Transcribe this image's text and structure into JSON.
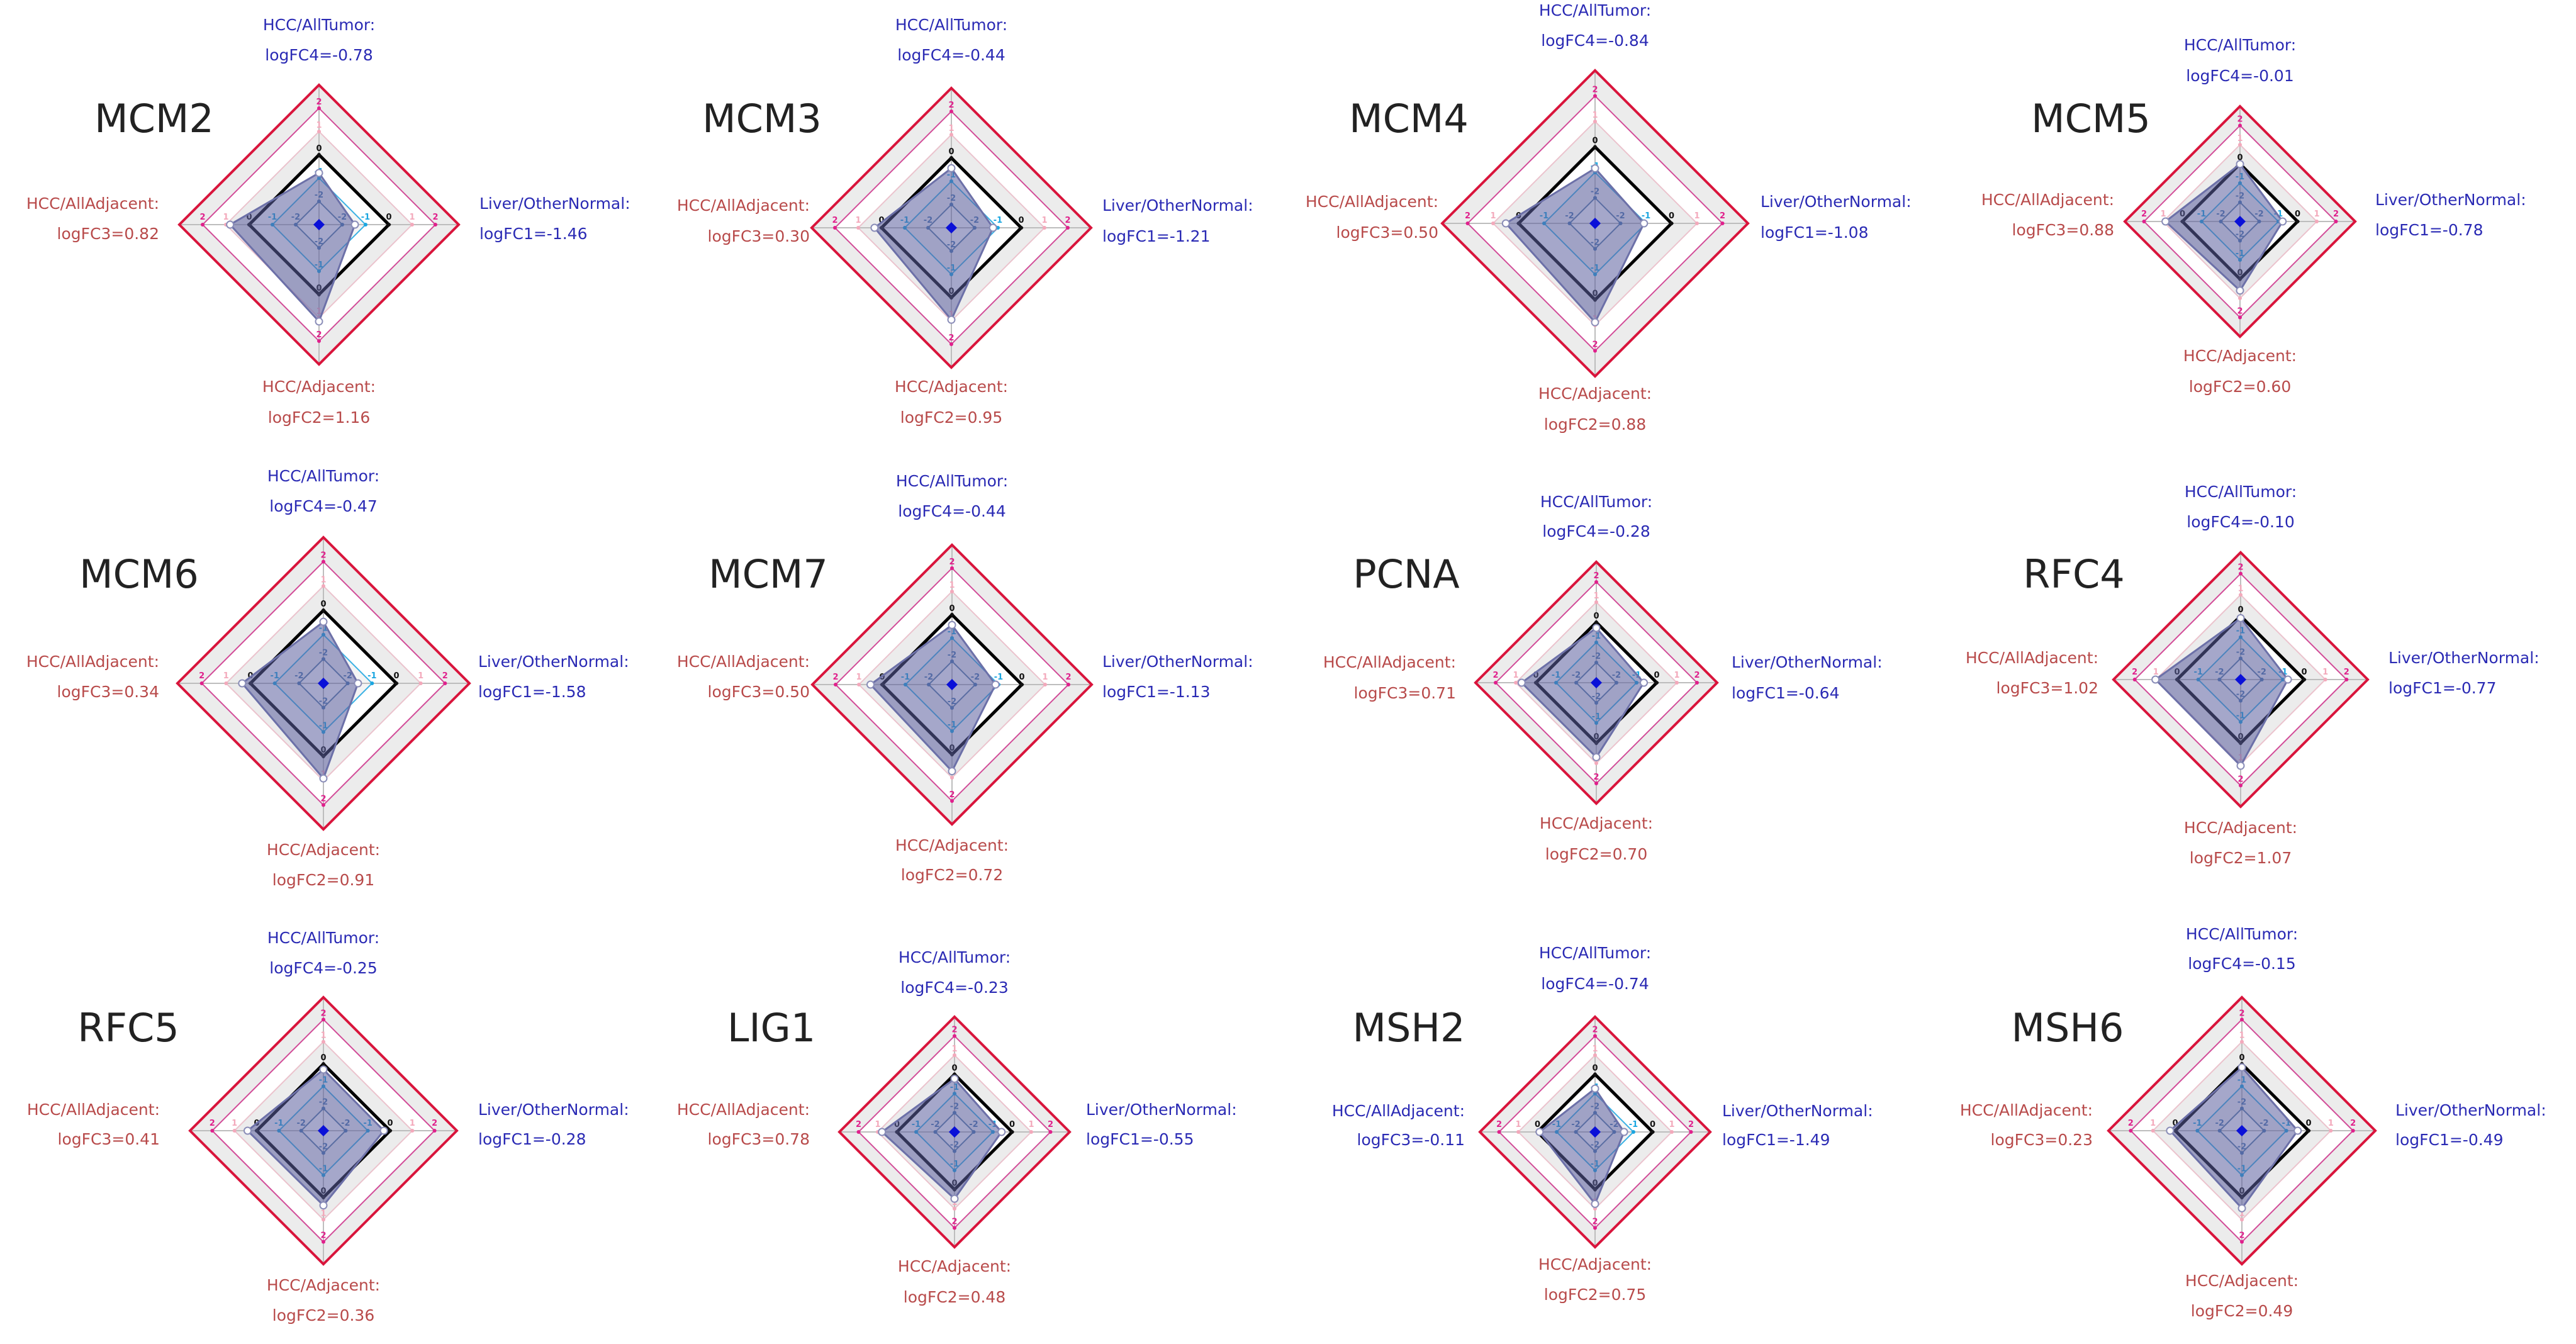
{
  "colors": {
    "negative_label": "#2a2ab4",
    "positive_label": "#b84a4a",
    "polygon_fill": "#5b5f9e",
    "polygon_stroke": "#6c70a8",
    "outer_border": "#d9153c",
    "band_gray": "#ececec",
    "ring_2": "#d24c98",
    "ring_1": "#ebc3cd",
    "ring_0": "#000000",
    "ring_m1": "#3bb2e4",
    "ring_m2": "#5a7fa6",
    "axis_line": "#bdbdbd",
    "tick_2": "#e0208c",
    "tick_1": "#f3a9bb",
    "tick_0": "#111111",
    "tick_m1": "#1aa6e0",
    "tick_m2": "#4a78ad",
    "center_marker": "#0a10d8",
    "title": "#222222"
  },
  "chart_data": {
    "type": "radar",
    "layout": "3x4 grid of radar charts",
    "axes": [
      {
        "key": "logFC4",
        "name": "HCC/AllTumor",
        "position": "top"
      },
      {
        "key": "logFC1",
        "name": "Liver/OtherNormal",
        "position": "right"
      },
      {
        "key": "logFC2",
        "name": "HCC/Adjacent",
        "position": "bottom"
      },
      {
        "key": "logFC3",
        "name": "HCC/AllAdjacent",
        "position": "left"
      }
    ],
    "radial_range": [
      -3,
      3
    ],
    "rings": [
      2,
      1,
      0,
      -1,
      -2
    ],
    "ring_tick_labels": [
      "2",
      "1",
      "0",
      "-1",
      "-2"
    ],
    "charts": [
      {
        "gene": "MCM2",
        "logFC1": -1.46,
        "logFC2": 1.16,
        "logFC3": 0.82,
        "logFC4": -0.78,
        "labels": {
          "top": [
            "HCC/AllTumor:",
            "logFC4=-0.78"
          ],
          "right": [
            "Liver/OtherNormal:",
            "logFC1=-1.46"
          ],
          "bottom": [
            "HCC/Adjacent:",
            "logFC2=1.16"
          ],
          "left": [
            "HCC/AllAdjacent:",
            "logFC3=0.82"
          ]
        }
      },
      {
        "gene": "MCM3",
        "logFC1": -1.21,
        "logFC2": 0.95,
        "logFC3": 0.3,
        "logFC4": -0.44,
        "labels": {
          "top": [
            "HCC/AllTumor:",
            "logFC4=-0.44"
          ],
          "right": [
            "Liver/OtherNormal:",
            "logFC1=-1.21"
          ],
          "bottom": [
            "HCC/Adjacent:",
            "logFC2=0.95"
          ],
          "left": [
            "HCC/AllAdjacent:",
            "logFC3=0.30"
          ]
        }
      },
      {
        "gene": "MCM4",
        "logFC1": -1.08,
        "logFC2": 0.88,
        "logFC3": 0.5,
        "logFC4": -0.84,
        "labels": {
          "top": [
            "HCC/AllTumor:",
            "logFC4=-0.84"
          ],
          "right": [
            "Liver/OtherNormal:",
            "logFC1=-1.08"
          ],
          "bottom": [
            "HCC/Adjacent:",
            "logFC2=0.88"
          ],
          "left": [
            "HCC/AllAdjacent:",
            "logFC3=0.50"
          ]
        }
      },
      {
        "gene": "MCM5",
        "logFC1": -0.78,
        "logFC2": 0.6,
        "logFC3": 0.88,
        "logFC4": -0.01,
        "labels": {
          "top": [
            "HCC/AllTumor:",
            "logFC4=-0.01"
          ],
          "right": [
            "Liver/OtherNormal:",
            "logFC1=-0.78"
          ],
          "bottom": [
            "HCC/Adjacent:",
            "logFC2=0.60"
          ],
          "left": [
            "HCC/AllAdjacent:",
            "logFC3=0.88"
          ]
        }
      },
      {
        "gene": "MCM6",
        "logFC1": -1.58,
        "logFC2": 0.91,
        "logFC3": 0.34,
        "logFC4": -0.47,
        "labels": {
          "top": [
            "HCC/AllTumor:",
            "logFC4=-0.47"
          ],
          "right": [
            "Liver/OtherNormal:",
            "logFC1=-1.58"
          ],
          "bottom": [
            "HCC/Adjacent:",
            "logFC2=0.91"
          ],
          "left": [
            "HCC/AllAdjacent:",
            "logFC3=0.34"
          ]
        }
      },
      {
        "gene": "MCM7",
        "logFC1": -1.13,
        "logFC2": 0.72,
        "logFC3": 0.5,
        "logFC4": -0.44,
        "labels": {
          "top": [
            "HCC/AllTumor:",
            "logFC4=-0.44"
          ],
          "right": [
            "Liver/OtherNormal:",
            "logFC1=-1.13"
          ],
          "bottom": [
            "HCC/Adjacent:",
            "logFC2=0.72"
          ],
          "left": [
            "HCC/AllAdjacent:",
            "logFC3=0.50"
          ]
        }
      },
      {
        "gene": "PCNA",
        "logFC1": -0.64,
        "logFC2": 0.7,
        "logFC3": 0.71,
        "logFC4": -0.28,
        "labels": {
          "top": [
            "HCC/AllTumor:",
            "logFC4=-0.28"
          ],
          "right": [
            "Liver/OtherNormal:",
            "logFC1=-0.64"
          ],
          "bottom": [
            "HCC/Adjacent:",
            "logFC2=0.70"
          ],
          "left": [
            "HCC/AllAdjacent:",
            "logFC3=0.71"
          ]
        }
      },
      {
        "gene": "RFC4",
        "logFC1": -0.77,
        "logFC2": 1.07,
        "logFC3": 1.02,
        "logFC4": -0.1,
        "labels": {
          "top": [
            "HCC/AllTumor:",
            "logFC4=-0.10"
          ],
          "right": [
            "Liver/OtherNormal:",
            "logFC1=-0.77"
          ],
          "bottom": [
            "HCC/Adjacent:",
            "logFC2=1.07"
          ],
          "left": [
            "HCC/AllAdjacent:",
            "logFC3=1.02"
          ]
        }
      },
      {
        "gene": "RFC5",
        "logFC1": -0.28,
        "logFC2": 0.36,
        "logFC3": 0.41,
        "logFC4": -0.25,
        "labels": {
          "top": [
            "HCC/AllTumor:",
            "logFC4=-0.25"
          ],
          "right": [
            "Liver/OtherNormal:",
            "logFC1=-0.28"
          ],
          "bottom": [
            "HCC/Adjacent:",
            "logFC2=0.36"
          ],
          "left": [
            "HCC/AllAdjacent:",
            "logFC3=0.41"
          ]
        }
      },
      {
        "gene": "LIG1",
        "logFC1": -0.55,
        "logFC2": 0.48,
        "logFC3": 0.78,
        "logFC4": -0.23,
        "labels": {
          "top": [
            "HCC/AllTumor:",
            "logFC4=-0.23"
          ],
          "right": [
            "Liver/OtherNormal:",
            "logFC1=-0.55"
          ],
          "bottom": [
            "HCC/Adjacent:",
            "logFC2=0.48"
          ],
          "left": [
            "HCC/AllAdjacent:",
            "logFC3=0.78"
          ]
        }
      },
      {
        "gene": "MSH2",
        "logFC1": -1.49,
        "logFC2": 0.75,
        "logFC3": -0.11,
        "logFC4": -0.74,
        "labels": {
          "top": [
            "HCC/AllTumor:",
            "logFC4=-0.74"
          ],
          "right": [
            "Liver/OtherNormal:",
            "logFC1=-1.49"
          ],
          "bottom": [
            "HCC/Adjacent:",
            "logFC2=0.75"
          ],
          "left": [
            "HCC/AllAdjacent:",
            "logFC3=-0.11"
          ]
        }
      },
      {
        "gene": "MSH6",
        "logFC1": -0.49,
        "logFC2": 0.49,
        "logFC3": 0.23,
        "logFC4": -0.15,
        "labels": {
          "top": [
            "HCC/AllTumor:",
            "logFC4=-0.15"
          ],
          "right": [
            "Liver/OtherNormal:",
            "logFC1=-0.49"
          ],
          "bottom": [
            "HCC/Adjacent:",
            "logFC2=0.49"
          ],
          "left": [
            "HCC/AllAdjacent:",
            "logFC3=0.23"
          ]
        }
      }
    ]
  }
}
